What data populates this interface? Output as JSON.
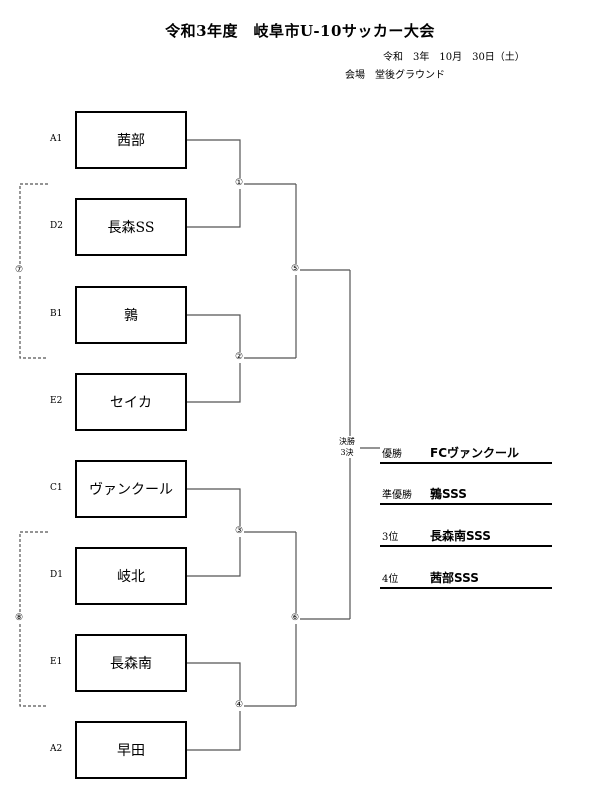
{
  "header": {
    "title": "令和3年度　岐阜市U-10サッカー大会",
    "date": "令和　3年　10月　30日（土）",
    "venue": "会場　堂後グラウンド"
  },
  "teams": [
    {
      "seed": "A1",
      "name": "茜部"
    },
    {
      "seed": "D2",
      "name": "長森SS"
    },
    {
      "seed": "B1",
      "name": "鶉"
    },
    {
      "seed": "E2",
      "name": "セイカ"
    },
    {
      "seed": "C1",
      "name": "ヴァンクール"
    },
    {
      "seed": "D1",
      "name": "岐北"
    },
    {
      "seed": "E1",
      "name": "長森南"
    },
    {
      "seed": "A2",
      "name": "早田"
    }
  ],
  "matches": {
    "m1": "①",
    "m2": "②",
    "m3": "③",
    "m4": "④",
    "m5": "⑤",
    "m6": "⑥",
    "m7": "⑦",
    "m8": "⑧"
  },
  "final_label": {
    "line1": "決勝",
    "line2": "3決"
  },
  "results": [
    {
      "rank": "優勝",
      "team": "FCヴァンクール"
    },
    {
      "rank": "準優勝",
      "team": "鶉SSS"
    },
    {
      "rank": "3位",
      "team": "長森南SSS"
    },
    {
      "rank": "4位",
      "team": "茜部SSS"
    }
  ]
}
